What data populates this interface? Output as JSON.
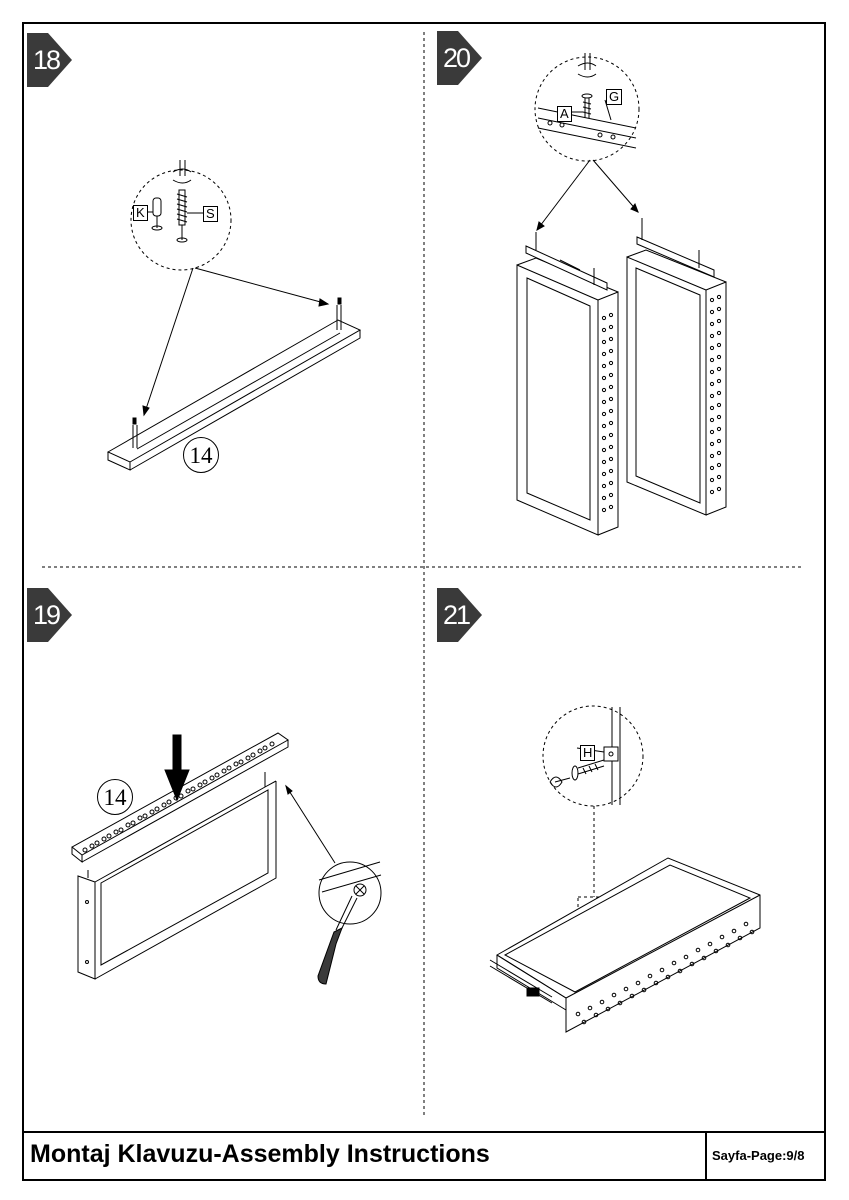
{
  "footer": {
    "title": "Montaj Klavuzu-Assembly Instructions",
    "page": "Sayfa-Page:9/8"
  },
  "steps": [
    {
      "number": "18",
      "part": "14",
      "labels": [
        "K",
        "S"
      ]
    },
    {
      "number": "20",
      "labels": [
        "A",
        "G"
      ]
    },
    {
      "number": "19",
      "part": "14"
    },
    {
      "number": "21",
      "labels": [
        "H"
      ]
    }
  ],
  "colors": {
    "badge": "#3a3a3a",
    "line": "#000000"
  }
}
